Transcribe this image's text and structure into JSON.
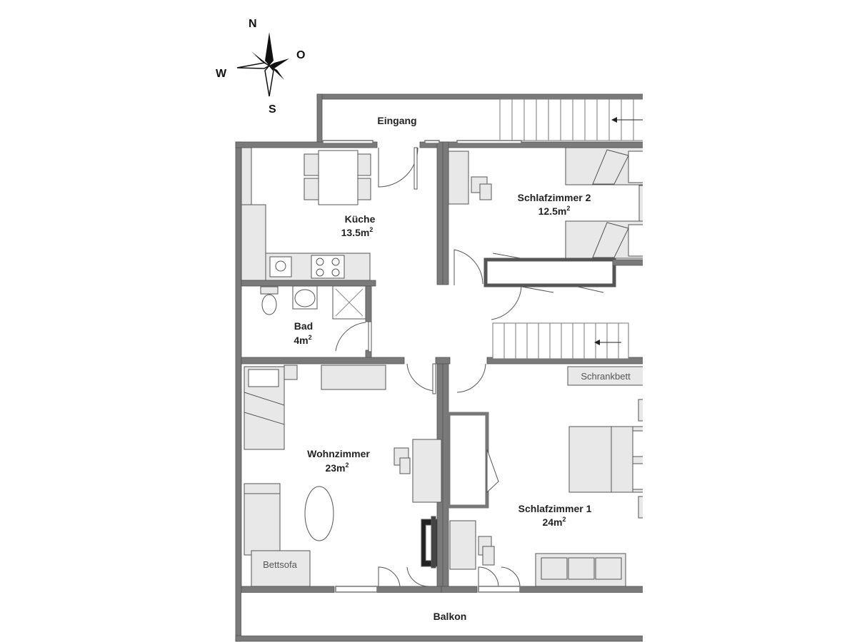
{
  "compass": {
    "north": "N",
    "east": "O",
    "south": "S",
    "west": "W"
  },
  "rooms": {
    "entrance": {
      "name": "Eingang"
    },
    "kitchen": {
      "name": "Küche",
      "area": "13.5m",
      "exp": "2"
    },
    "bedroom2": {
      "name": "Schlafzimmer 2",
      "area": "12.5m",
      "exp": "2"
    },
    "bath": {
      "name": "Bad",
      "area": "4m",
      "exp": "2"
    },
    "living": {
      "name": "Wohnzimmer",
      "area": "23m",
      "exp": "2"
    },
    "bedroom1": {
      "name": "Schlafzimmer 1",
      "area": "24m",
      "exp": "2"
    },
    "balcony": {
      "name": "Balkon"
    }
  },
  "furniture": {
    "murphy_bed": "Schrankbett",
    "sofa_bed": "Bettsofa"
  },
  "colors": {
    "wall": "#7a7a7a",
    "wall_outline": "#555555",
    "furniture": "#e8e8e8",
    "furniture_stroke": "#555555",
    "text": "#222222"
  }
}
